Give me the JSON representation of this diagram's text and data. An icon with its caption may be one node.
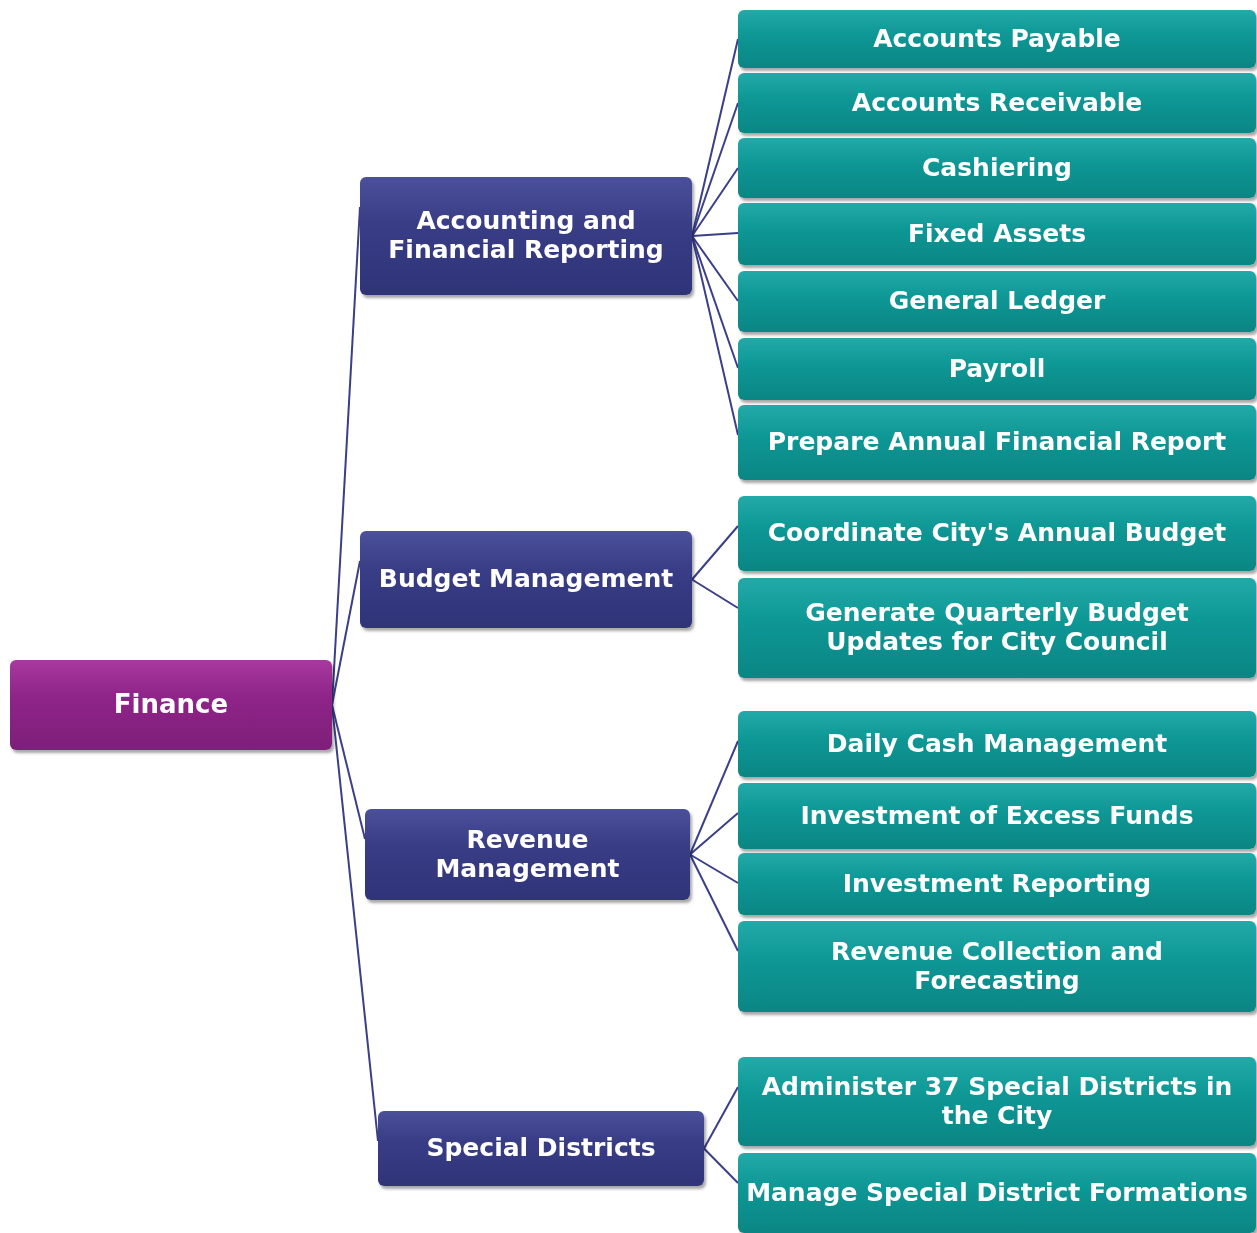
{
  "diagram": {
    "nodes": [
      {
        "text": [
          "Finance"
        ]
      },
      {
        "text": [
          "Accounting and Financial Reporting"
        ]
      },
      {
        "text": [
          "Budget Management"
        ]
      },
      {
        "text": [
          "Revenue Management"
        ]
      },
      {
        "text": [
          "Special Districts"
        ]
      },
      {
        "text": [
          "Accounts Payable"
        ]
      },
      {
        "text": [
          "Accounts Receivable"
        ]
      },
      {
        "text": [
          "Cashiering"
        ]
      },
      {
        "text": [
          "Fixed Assets"
        ]
      },
      {
        "text": [
          "General Ledger"
        ]
      },
      {
        "text": [
          "Payroll"
        ]
      },
      {
        "text": [
          "Prepare Annual Financial Report"
        ]
      },
      {
        "text": [
          "Coordinate City's Annual Budget"
        ]
      },
      {
        "text": [
          "Generate Quarterly Budget Updates for City Council"
        ]
      },
      {
        "text": [
          "Daily Cash Management"
        ]
      },
      {
        "text": [
          "Investment of Excess Funds"
        ]
      },
      {
        "text": [
          "Investment Reporting"
        ]
      },
      {
        "text": [
          "Revenue Collection and Forecasting"
        ]
      },
      {
        "text": [
          "Administer 37 Special Districts in the City"
        ]
      },
      {
        "text": [
          "Manage Special District Formations"
        ]
      }
    ],
    "edges": [
      {
        "from": 0,
        "to": 1,
        "arrow": "none"
      },
      {
        "from": 0,
        "to": 2,
        "arrow": "none"
      },
      {
        "from": 0,
        "to": 3,
        "arrow": "none"
      },
      {
        "from": 0,
        "to": 4,
        "arrow": "none"
      },
      {
        "from": 1,
        "to": 5,
        "arrow": "none"
      },
      {
        "from": 1,
        "to": 6,
        "arrow": "none"
      },
      {
        "from": 1,
        "to": 7,
        "arrow": "none"
      },
      {
        "from": 1,
        "to": 8,
        "arrow": "none"
      },
      {
        "from": 1,
        "to": 9,
        "arrow": "none"
      },
      {
        "from": 1,
        "to": 10,
        "arrow": "none"
      },
      {
        "from": 1,
        "to": 11,
        "arrow": "none"
      },
      {
        "from": 2,
        "to": 12,
        "arrow": "none"
      },
      {
        "from": 2,
        "to": 13,
        "arrow": "none"
      },
      {
        "from": 3,
        "to": 14,
        "arrow": "none"
      },
      {
        "from": 3,
        "to": 15,
        "arrow": "none"
      },
      {
        "from": 3,
        "to": 16,
        "arrow": "none"
      },
      {
        "from": 3,
        "to": 17,
        "arrow": "none"
      },
      {
        "from": 4,
        "to": 18,
        "arrow": "none"
      },
      {
        "from": 4,
        "to": 19,
        "arrow": "none"
      }
    ]
  }
}
